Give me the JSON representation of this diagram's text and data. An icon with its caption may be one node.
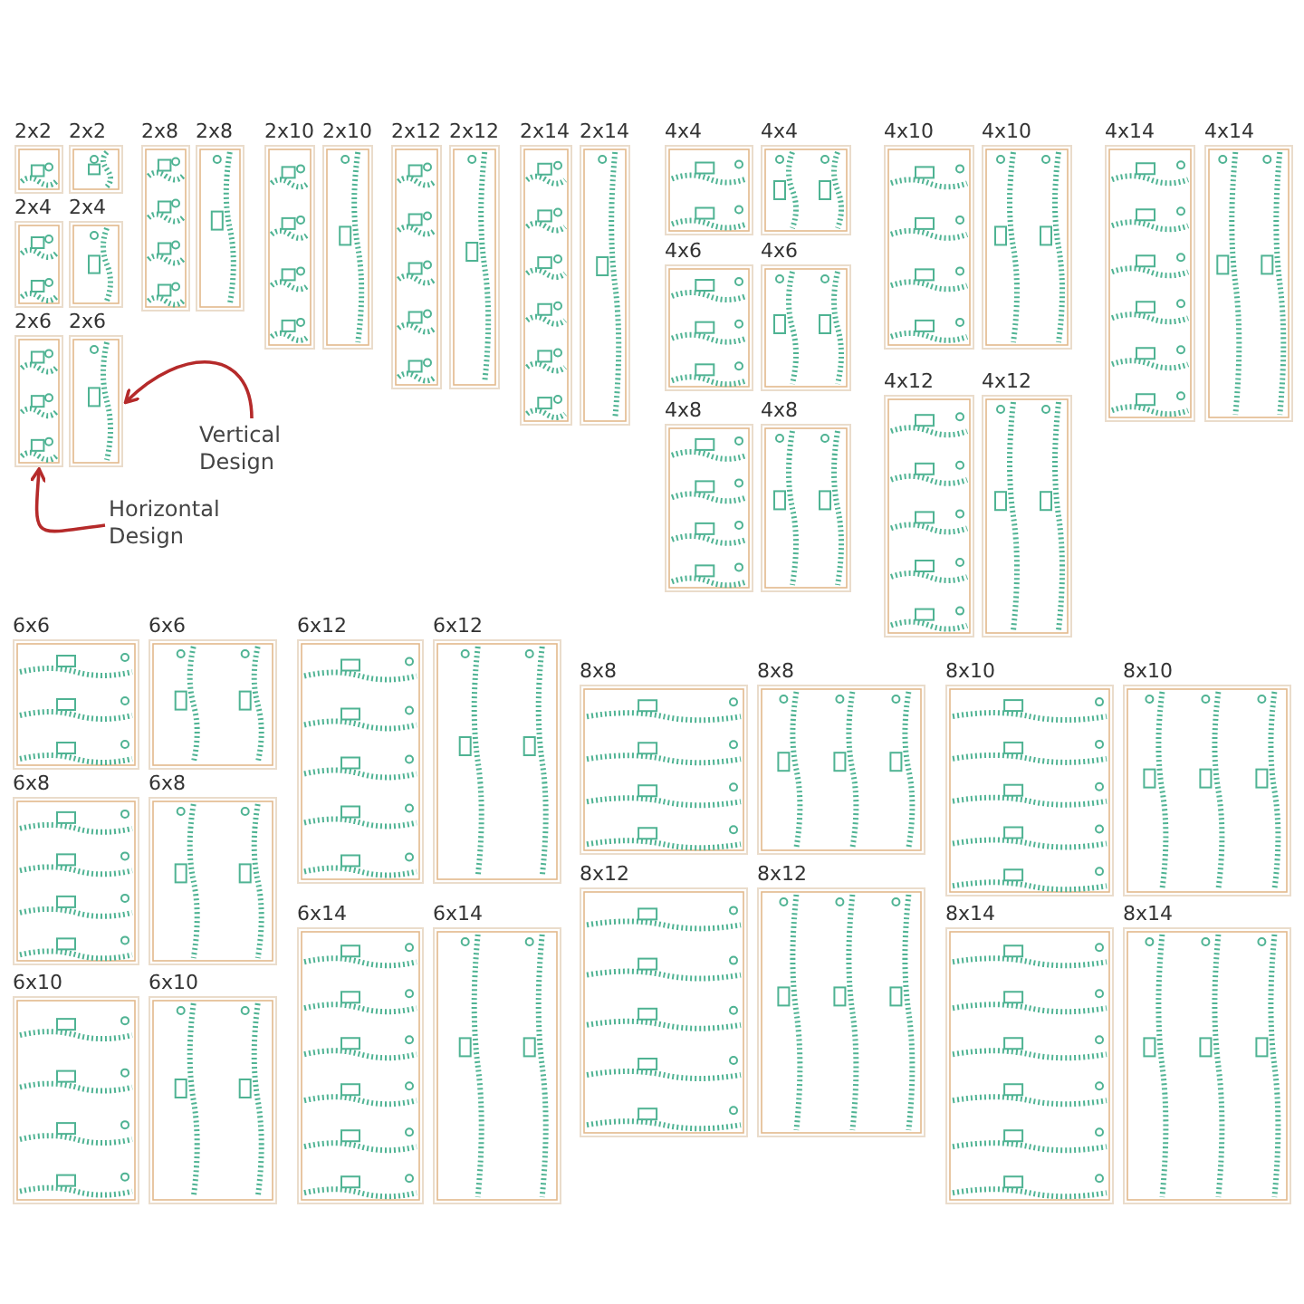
{
  "diagram": {
    "nodes": [
      {
        "text": [
          "2x2"
        ]
      },
      {
        "text": [
          "2x2"
        ]
      },
      {
        "text": [
          "2x8"
        ]
      },
      {
        "text": [
          "2x8"
        ]
      },
      {
        "text": [
          "2x10"
        ]
      },
      {
        "text": [
          "2x10"
        ]
      },
      {
        "text": [
          "2x12"
        ]
      },
      {
        "text": [
          "2x12"
        ]
      },
      {
        "text": [
          "2x14"
        ]
      },
      {
        "text": [
          "2x14"
        ]
      },
      {
        "text": [
          "4x4"
        ]
      },
      {
        "text": [
          "4x4"
        ]
      },
      {
        "text": [
          "4x10"
        ]
      },
      {
        "text": [
          "4x10"
        ]
      },
      {
        "text": [
          "4x14"
        ]
      },
      {
        "text": [
          "4x14"
        ]
      },
      {
        "text": [
          "2x4"
        ]
      },
      {
        "text": [
          "2x4"
        ]
      },
      {
        "text": [
          "4x6"
        ]
      },
      {
        "text": [
          "4x6"
        ]
      },
      {
        "text": [
          "2x6"
        ]
      },
      {
        "text": [
          "2x6"
        ]
      },
      {
        "text": [
          "4x12"
        ]
      },
      {
        "text": [
          "4x12"
        ]
      },
      {
        "text": [
          "4x8"
        ]
      },
      {
        "text": [
          "4x8"
        ]
      },
      {
        "text": [
          "Vertical Design"
        ]
      },
      {
        "text": [
          "Horizontal Design"
        ]
      },
      {
        "text": [
          "6x6"
        ]
      },
      {
        "text": [
          "6x6"
        ]
      },
      {
        "text": [
          "6x12"
        ]
      },
      {
        "text": [
          "6x12"
        ]
      },
      {
        "text": [
          "8x8"
        ]
      },
      {
        "text": [
          "8x8"
        ]
      },
      {
        "text": [
          "8x10"
        ]
      },
      {
        "text": [
          "8x10"
        ]
      },
      {
        "text": [
          "6x8"
        ]
      },
      {
        "text": [
          "6x8"
        ]
      },
      {
        "text": [
          "8x12"
        ]
      },
      {
        "text": [
          "8x12"
        ]
      },
      {
        "text": [
          "6x14"
        ]
      },
      {
        "text": [
          "6x14"
        ]
      },
      {
        "text": [
          "6x10"
        ]
      },
      {
        "text": [
          "6x10"
        ]
      },
      {
        "text": [
          "8x14"
        ]
      },
      {
        "text": [
          "8x14"
        ]
      }
    ],
    "edges": [
      {
        "from": 26,
        "to": 21,
        "arrow": "to"
      },
      {
        "from": 27,
        "to": 20,
        "arrow": "to"
      }
    ]
  }
}
